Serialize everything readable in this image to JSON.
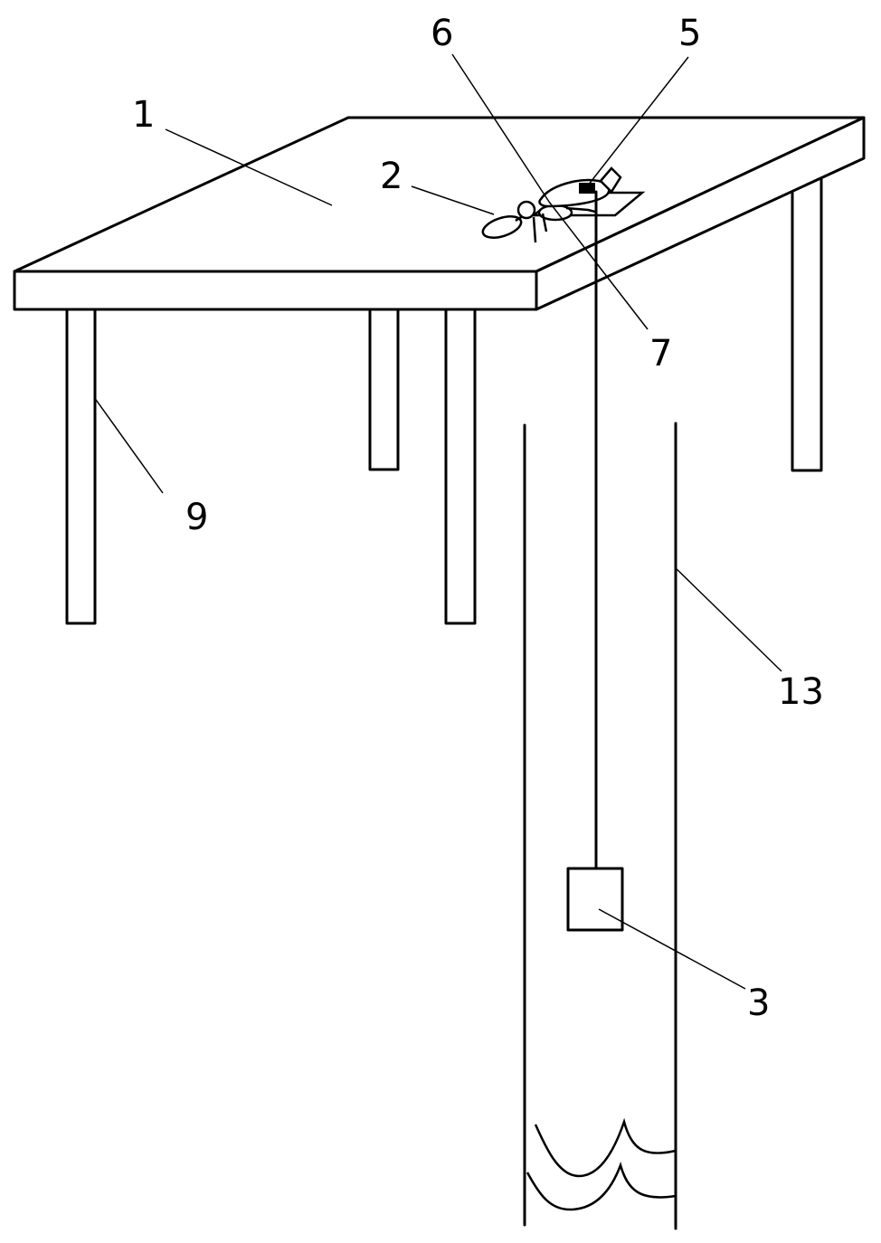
{
  "labels": {
    "table_top": "1",
    "handpiece": "2",
    "weight": "3",
    "clamp": "5",
    "pulley": "6",
    "bracket": "7",
    "leg": "9",
    "tube": "13"
  }
}
